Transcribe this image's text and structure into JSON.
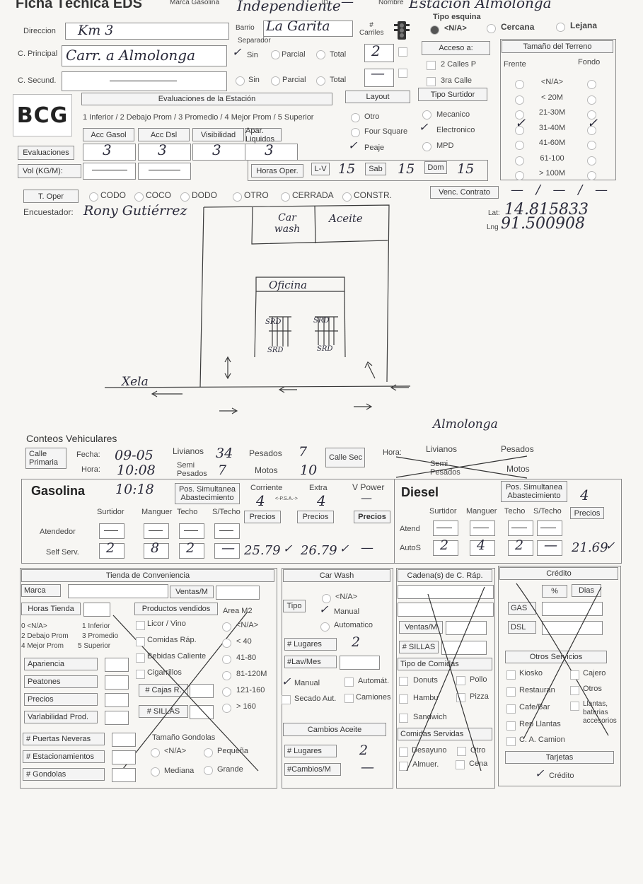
{
  "header": {
    "title": "Ficha Técnica EDS",
    "marca_label": "Marca Gasolina",
    "marca_value": "Independiente",
    "id_label": "ID",
    "id_value": "—",
    "nombre_label": "Nombre",
    "nombre_value": "Estación Almolonga"
  },
  "general": {
    "direccion_label": "Direccion",
    "direccion_value": "Km 3",
    "barrio_label": "Barrio",
    "barrio_value": "La Garita",
    "carriles_label": "# Carriles",
    "carriles_value": "",
    "tipo_esquina_label": "Tipo esquina",
    "tipo_esquina_options": [
      "<N/A>",
      "Cercana",
      "Lejana"
    ],
    "cprincipal_label": "C. Principal",
    "cprincipal_value": "Carr. a Almolonga",
    "separador_label": "Separador",
    "separador_options": [
      "Sin",
      "Parcial",
      "Total"
    ],
    "carriles_principal": "2",
    "csecund_label": "C. Secund.",
    "csecund_value": "—",
    "carriles_secund": "—",
    "acceso_label": "Acceso a:",
    "acceso_options": [
      "2 Calles P",
      "3ra Calle"
    ],
    "tamano_label": "Tamaño del Terreno",
    "frente_label": "Frente",
    "fondo_label": "Fondo",
    "tamano_options": [
      "<N/A>",
      "< 20M",
      "21-30M",
      "31-40M",
      "41-60M",
      "61-100",
      "> 100M"
    ]
  },
  "evaluaciones": {
    "title": "Evaluaciones de la Estación",
    "scale": "1 Inferior / 2 Debajo Prom / 3 Promedio / 4 Mejor Prom / 5 Superior",
    "headers": [
      "Acc Gasol",
      "Acc Dsl",
      "Visibilidad",
      "Apar. Liquidos"
    ],
    "row_label": "Evaluaciones",
    "values": [
      "3",
      "3",
      "3",
      "3"
    ],
    "vol_label": "Vol (KG/M):"
  },
  "layout": {
    "label": "Layout",
    "options": [
      "Otro",
      "Four Square",
      "Peaje"
    ]
  },
  "surtidor": {
    "label": "Tipo Surtidor",
    "options": [
      "Mecanico",
      "Electronico",
      "MPD"
    ]
  },
  "horas": {
    "label": "Horas Oper.",
    "lv_label": "L-V",
    "lv": "15",
    "sab_label": "Sab",
    "sab": "15",
    "dom_label": "Dom",
    "dom": "15"
  },
  "toper": {
    "label": "T. Oper",
    "options": [
      "CODO",
      "COCO",
      "DODO",
      "OTRO",
      "CERRADA",
      "CONSTR."
    ],
    "venc_label": "Venc. Contrato",
    "venc_value": "— / — / —"
  },
  "encuestador": {
    "label": "Encuestador:",
    "value": "Rony Gutiérrez",
    "lat_label": "Lat:",
    "lat": "14.815833",
    "lng_label": "Lng",
    "lng": "91.500908"
  },
  "sketch": {
    "carwash": "Car wash",
    "aceite": "Aceite",
    "oficina": "Oficina",
    "srd": "SRD",
    "xela": "Xela",
    "almolonga": "Almolonga",
    "psa": "<-P.S.A.->"
  },
  "conteos": {
    "title": "Conteos Vehiculares",
    "calle_primaria": "Calle Primaria",
    "fecha_label": "Fecha:",
    "fecha": "09-05",
    "hora_label": "Hora:",
    "hora": "10:08",
    "livianos_label": "Livianos",
    "livianos": "34",
    "pesados_label": "Pesados",
    "pesados": "7",
    "semi_label": "Semi Pesados",
    "semi": "7",
    "motos_label": "Motos",
    "motos": "10",
    "calle_sec": "Calle Sec",
    "hora2_label": "Hora:",
    "livianos2_label": "Livianos",
    "pesados2_label": "Pesados",
    "semi2_label": "Semi Pesados",
    "motos2_label": "Motos"
  },
  "gasolina": {
    "title": "Gasolina",
    "time": "10:18",
    "pos_label": "Pos. Simultanea Abastecimiento",
    "corriente_label": "Corriente",
    "corriente": "4",
    "extra_label": "Extra",
    "extra": "4",
    "vpower_label": "V Power",
    "vpower": "—",
    "cols": [
      "Surtidor",
      "Manguer",
      "Techo",
      "S/Techo"
    ],
    "precios": "Precios",
    "atendedor_label": "Atendedor",
    "selfserv_label": "Self Serv.",
    "self_values": [
      "2",
      "8",
      "2",
      "—"
    ],
    "precio1": "25.79",
    "precio2": "26.79",
    "precio3": "—"
  },
  "diesel": {
    "title": "Diesel",
    "pos_label": "Pos. Simultanea Abastecimiento",
    "pos_value": "4",
    "cols": [
      "Surtidor",
      "Manguer",
      "Techo",
      "S/Techo"
    ],
    "precios": "Precios",
    "atend_label": "Atend",
    "autos_label": "AutoS",
    "autos_values": [
      "2",
      "4",
      "2",
      "—"
    ],
    "precio": "21.69"
  },
  "tienda": {
    "title": "Tienda de Conveniencia",
    "marca": "Marca",
    "ventas": "Ventas/M",
    "horas": "Horas Tienda",
    "productos": "Productos vendidos",
    "area": "Area M2",
    "scale": [
      "0 <N/A>",
      "1 Inferior",
      "2 Debajo Prom",
      "3 Promedio",
      "4 Mejor Prom",
      "5 Superior"
    ],
    "productos_list": [
      "Licor / Vino",
      "Comidas Ráp.",
      "Bebidas Caliente",
      "Cigarrillos"
    ],
    "area_list": [
      "<N/A>",
      "< 40",
      "41-80",
      "81-120M",
      "121-160",
      "> 160"
    ],
    "ratings": [
      "Apariencia",
      "Peatones",
      "Precios",
      "Varlabilidad Prod."
    ],
    "cajas": "# Cajas R.",
    "sillas": "# SILLAS",
    "counts": [
      "# Puertas Neveras",
      "# Estacionamientos",
      "# Gondolas"
    ],
    "gondolas_label": "Tamaño Gondolas",
    "gondolas": [
      "<N/A>",
      "Pequeña",
      "Mediana",
      "Grande"
    ]
  },
  "carwash": {
    "title": "Car Wash",
    "tipo": "Tipo",
    "options": [
      "<N/A>",
      "Manual",
      "Automatico"
    ],
    "lugares_label": "# Lugares",
    "lugares": "2",
    "lavmes": "#Lav/Mes",
    "extras": [
      "Manual",
      "Automát.",
      "Secado Aut.",
      "Camiones"
    ]
  },
  "cambios": {
    "title": "Cambios Aceite",
    "lugares_label": "# Lugares",
    "lugares": "2",
    "cambios_label": "#Cambios/M",
    "cambios": "—"
  },
  "cadena": {
    "title": "Cadena(s) de C. Ráp.",
    "ventas": "Ventas/M",
    "sillas": "# SILLAS",
    "tipo": "Tipo de Comidas",
    "tipos": [
      "Donuts",
      "Pollo",
      "Hambu",
      "Pizza",
      "Sandwich"
    ],
    "servidas": "Comidas Servidas",
    "servidas_list": [
      "Desayuno",
      "Otro",
      "Almuer.",
      "Cena"
    ]
  },
  "credito": {
    "title": "Crédito",
    "pct": "%",
    "dias": "Dias",
    "gas": "GAS",
    "dsl": "DSL",
    "otros": "Otros Servicios",
    "otros_list": [
      "Kiosko",
      "Cajero",
      "Restauran",
      "Otros",
      "Cafe/Bar",
      "Llantas, baterias accesorios",
      "Rep Llantas",
      "C. A. Camion"
    ],
    "tarjetas": "Tarjetas",
    "credito_label": "Crédito"
  }
}
